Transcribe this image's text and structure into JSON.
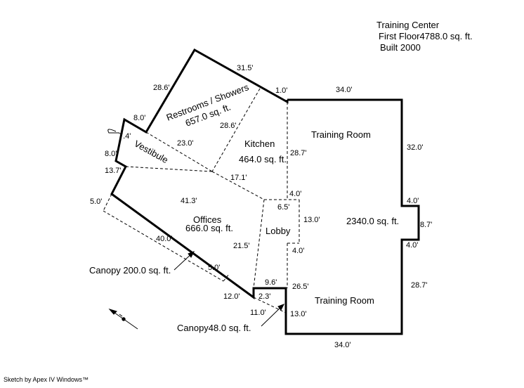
{
  "header": {
    "name": "Training Center",
    "floor_line": "First Floor4788.0 sq. ft.",
    "built": "Built 2000"
  },
  "rooms": {
    "restrooms_name": "Restrooms / Showers",
    "restrooms_area": "657.0 sq. ft.",
    "kitchen_name": "Kitchen",
    "kitchen_area": "464.0 sq. ft.",
    "vestibule_name": "Vestibule",
    "offices_name": "Offices",
    "offices_area": "666.0 sq. ft.",
    "lobby_name": "Lobby",
    "training_top_name": "Training Room",
    "training_bottom_name": "Training Room",
    "training_area": "2340.0 sq. ft.",
    "canopy1": "Canopy 200.0 sq. ft.",
    "canopy2": "Canopy48.0 sq. ft."
  },
  "dimensions": {
    "d31_5": "31.5'",
    "d28_6_outer": "28.6'",
    "d1_0": "1.0'",
    "d34_top": "34.0'",
    "d8_0_top": "8.0'",
    "d7_4": "7.4'",
    "d8_0_bot": "8.0'",
    "d23_0": "23.0'",
    "d28_6_inner": "28.6'",
    "d28_7_inner": "28.7'",
    "d32_0": "32.0'",
    "d13_7": "13.7'",
    "d17_1": "17.1'",
    "d4_0_a": "4.0'",
    "d4_0_b": "4.0'",
    "d6_5": "6.5'",
    "d5_0_left": "5.0'",
    "d41_3": "41.3'",
    "d13_0_lobby": "13.0'",
    "d8_7": "8.7'",
    "d4_0_c": "4.0'",
    "d4_0_d": "4.0'",
    "d40_0": "40.0'",
    "d21_5": "21.5'",
    "d5_0_canopy": "5.0'",
    "d9_6": "9.6'",
    "d26_5": "26.5'",
    "d28_7_right": "28.7'",
    "d12_0": "12.0'",
    "d2_3": "2.3'",
    "d11_0": "11.0'",
    "d13_0_bot": "13.0'",
    "d34_bot": "34.0'"
  },
  "footer": "Sketch by Apex IV Windows™",
  "icons": [
    "north-arrow-icon",
    "door-swing-icon"
  ]
}
